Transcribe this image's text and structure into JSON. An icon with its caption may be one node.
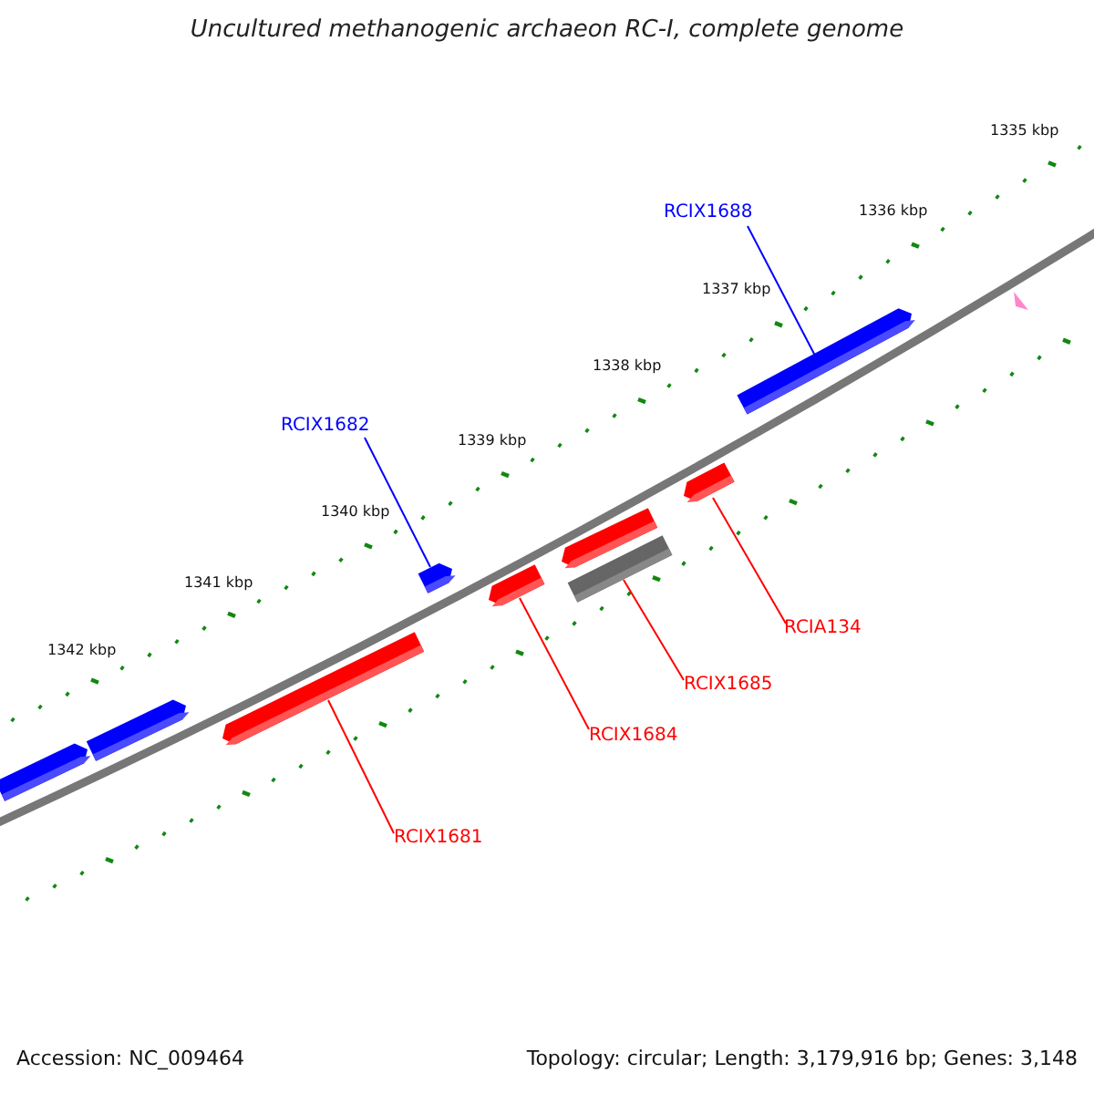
{
  "diagram": {
    "title": "Uncultured methanogenic archaeon RC-I, complete genome",
    "nodes": [
      {
        "text": [
          "RCIX1688"
        ]
      },
      {
        "text": [],
        "shape": "bar"
      },
      {
        "text": [
          "RCIX1682"
        ]
      },
      {
        "text": [],
        "shape": "bar"
      },
      {
        "text": [],
        "shape": "bar"
      },
      {
        "text": [],
        "shape": "bar"
      },
      {
        "text": [],
        "shape": "bar"
      },
      {
        "text": [],
        "shape": "bar"
      },
      {
        "text": [],
        "shape": "bar"
      },
      {
        "text": [],
        "shape": "bar"
      },
      {
        "text": [],
        "shape": "bar"
      },
      {
        "text": [
          "RCIA134"
        ]
      },
      {
        "text": [
          "RCIX1685"
        ]
      },
      {
        "text": [
          "RCIX1684"
        ]
      },
      {
        "text": [
          "RCIX1681"
        ]
      }
    ],
    "edges": [
      {
        "from": 0,
        "to": 1,
        "arrow": "none",
        "color": "#0000ff"
      },
      {
        "from": 2,
        "to": 6,
        "arrow": "none",
        "color": "#0000ff"
      },
      {
        "from": 11,
        "to": 3,
        "arrow": "none"
      },
      {
        "from": 12,
        "to": 5,
        "arrow": "none"
      },
      {
        "from": 13,
        "to": 7,
        "arrow": "none"
      },
      {
        "from": 14,
        "to": 8,
        "arrow": "none"
      }
    ],
    "labels": [
      "1335 kbp",
      "1336 kbp",
      "1337 kbp",
      "1338 kbp",
      "1339 kbp",
      "1340 kbp",
      "1341 kbp",
      "1342 kbp",
      "Accession: NC_009464",
      "Topology: circular; Length: 3,179,916 bp; Genes: 3,148"
    ]
  }
}
